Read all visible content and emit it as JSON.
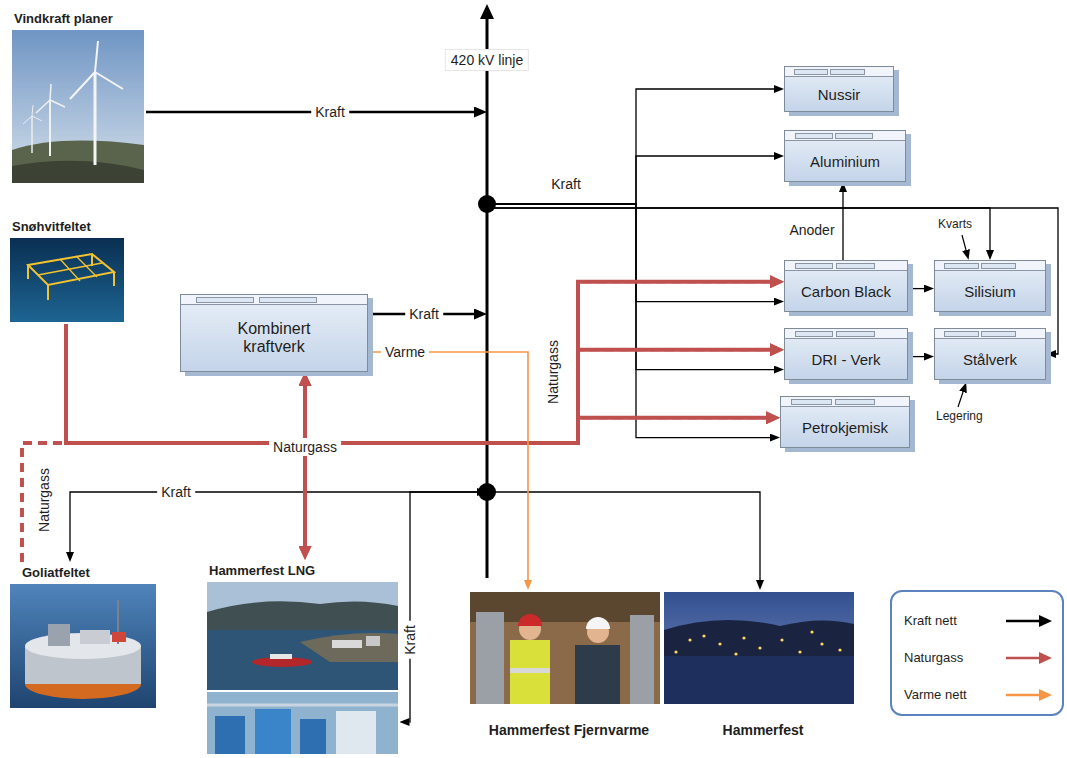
{
  "diagram": {
    "nodes": [
      {
        "text": [
          "Vindkraft planer"
        ]
      },
      {
        "text": [
          "420 kV linje"
        ]
      },
      {
        "text": [
          "Nussir"
        ]
      },
      {
        "text": [
          "Aluminium"
        ]
      },
      {
        "text": [
          "Snøhvitfeltet"
        ]
      },
      {
        "text": [
          "Kombinert kraftverk"
        ]
      },
      {
        "text": [
          "Carbon Black"
        ]
      },
      {
        "text": [
          "Silisium"
        ]
      },
      {
        "text": [
          "DRI - Verk"
        ]
      },
      {
        "text": [
          "Stålverk"
        ]
      },
      {
        "text": [
          "Petrokjemisk"
        ]
      },
      {
        "text": [
          "Goliatfeltet"
        ]
      },
      {
        "text": [
          "Hammerfest LNG"
        ]
      },
      {
        "text": [
          "Hammerfest Fjernvarme"
        ]
      },
      {
        "text": [
          "Hammerfest"
        ]
      }
    ],
    "edges": [
      {
        "from": 0,
        "to": 1,
        "arrow": "to",
        "label": "Kraft"
      },
      {
        "from": 5,
        "to": 1,
        "arrow": "to",
        "label": "Kraft"
      },
      {
        "from": 1,
        "to": 2,
        "arrow": "to"
      },
      {
        "from": 1,
        "to": 3,
        "arrow": "to",
        "label": "Kraft"
      },
      {
        "from": 1,
        "to": 6,
        "arrow": "to"
      },
      {
        "from": 1,
        "to": 8,
        "arrow": "to"
      },
      {
        "from": 1,
        "to": 10,
        "arrow": "to"
      },
      {
        "from": 1,
        "to": 7,
        "arrow": "to"
      },
      {
        "from": 1,
        "to": 9,
        "arrow": "to"
      },
      {
        "from": 1,
        "to": 11,
        "arrow": "to",
        "label": "Kraft"
      },
      {
        "from": 1,
        "to": 14,
        "arrow": "to"
      },
      {
        "from": 1,
        "to": 12,
        "arrow": "both",
        "label": "Kraft"
      },
      {
        "from": 11,
        "to": 5,
        "arrow": "to",
        "label": "Naturgass"
      },
      {
        "from": 11,
        "to": 12,
        "arrow": "to"
      },
      {
        "from": 11,
        "to": 6,
        "arrow": "to"
      },
      {
        "from": 11,
        "to": 8,
        "arrow": "to"
      },
      {
        "from": 11,
        "to": 10,
        "arrow": "to"
      },
      {
        "from": 4,
        "to": 5,
        "arrow": "to",
        "label": "Naturgass"
      },
      {
        "from": 4,
        "to": 12,
        "arrow": "to"
      },
      {
        "from": 4,
        "to": 6,
        "arrow": "to"
      },
      {
        "from": 4,
        "to": 8,
        "arrow": "to",
        "label": "Naturgass"
      },
      {
        "from": 4,
        "to": 10,
        "arrow": "to"
      },
      {
        "from": 5,
        "to": 13,
        "arrow": "to",
        "label": "Varme"
      },
      {
        "from": 6,
        "to": 3,
        "arrow": "to",
        "label": "Anoder"
      },
      {
        "from": 6,
        "to": 7,
        "arrow": "to"
      },
      {
        "from": 8,
        "to": 9,
        "arrow": "to"
      }
    ],
    "labels": [
      "Kvarts",
      "Legering"
    ],
    "legend": [
      {
        "text": "Kraft nett"
      },
      {
        "text": "Naturgass"
      },
      {
        "text": "Varme nett"
      }
    ]
  }
}
